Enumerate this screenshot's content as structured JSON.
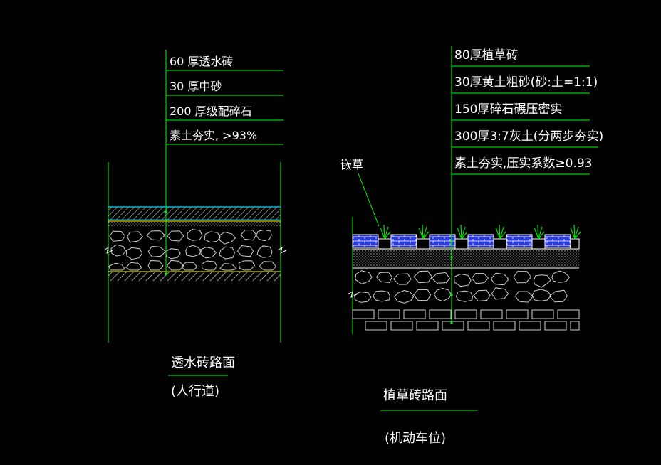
{
  "left_section": {
    "layers": [
      "60 厚透水砖",
      "30 厚中砂",
      "200 厚级配碎石",
      "素土夯实, >93%"
    ],
    "title": "透水砖路面",
    "subtitle": "(人行道)"
  },
  "right_section": {
    "layers": [
      "80厚植草砖",
      "30厚黄土粗砂(砂:土=1:1)",
      "150厚碎石碾压密实",
      "300厚3:7灰土(分两步夯实)",
      "素土夯实,压实系数≥0.93"
    ],
    "grass_label": "嵌草",
    "title": "植草砖路面",
    "subtitle": "(机动车位)"
  },
  "colors": {
    "background": "#000000",
    "leader_lines": "#00ff00",
    "linework": "#ffffff",
    "paver_hatch": "#00bcd4",
    "sand_line": "#ffff00",
    "grass_paver": "#3050ff"
  }
}
